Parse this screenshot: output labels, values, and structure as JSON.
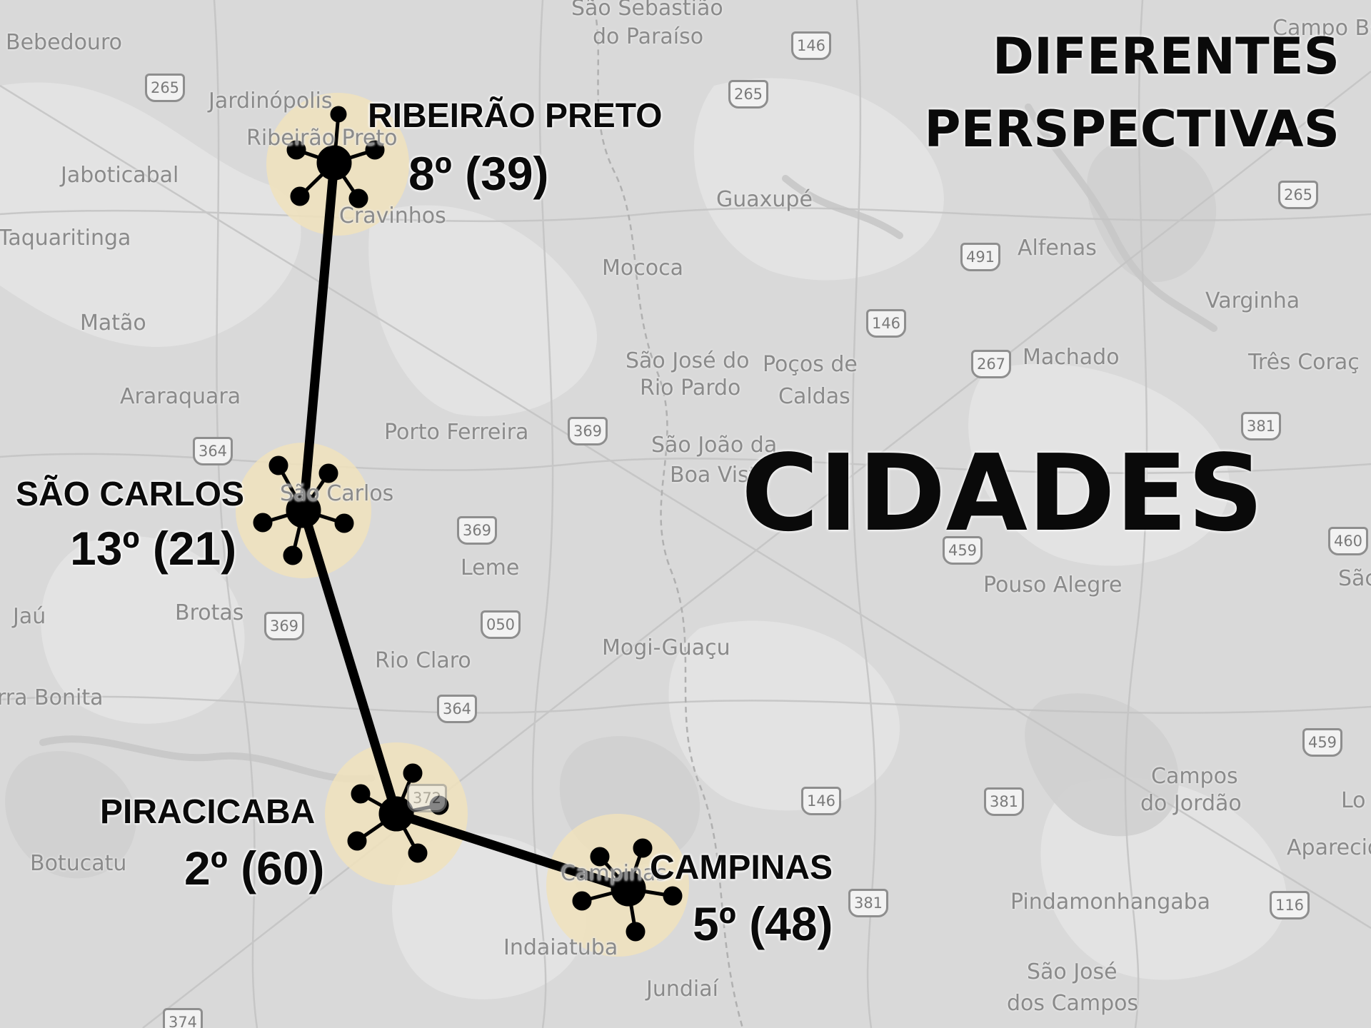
{
  "map": {
    "title_line1": "DIFERENTES",
    "title_line2": "PERSPECTIVAS",
    "main_label": "CIDADES",
    "colors": {
      "route": "#000000",
      "halo": "#f0e2bc",
      "label_gray": "#8a8a8a"
    },
    "cities": [
      {
        "name": "RIBEIRÃO PRETO",
        "rank": "8º (39)"
      },
      {
        "name": "SÃO CARLOS",
        "rank": "13º (21)"
      },
      {
        "name": "PIRACICABA",
        "rank": "2º (60)"
      },
      {
        "name": "CAMPINAS",
        "rank": "5º (48)"
      }
    ],
    "place_labels": [
      "Bebedouro",
      "São Sebastião",
      "do Paraíso",
      "Jardinópolis",
      "Ribeirão Preto",
      "Cravinhos",
      "Jaboticabal",
      "Taquaritinga",
      "Guaxupé",
      "Alfenas",
      "Mococa",
      "Matão",
      "Varginha",
      "São José do",
      "Rio Pardo",
      "Poços de",
      "Caldas",
      "Machado",
      "Três Coraç",
      "Araraquara",
      "Porto Ferreira",
      "São João da",
      "Boa Vista",
      "São Carlos",
      "Leme",
      "Pouso Alegre",
      "Jaú",
      "Brotas",
      "Rio Claro",
      "Mogi-Guaçu",
      "rra Bonita",
      "Campos",
      "do Jordão",
      "Botucatu",
      "Campinas",
      "Pindamonhangaba",
      "Aparecid",
      "Indaiatuba",
      "Jundiaí",
      "São José",
      "dos Campos",
      "Campo Be",
      "Sãc",
      "Lo"
    ],
    "highway_shields": [
      "265",
      "146",
      "265",
      "265",
      "491",
      "146",
      "267",
      "364",
      "369",
      "381",
      "369",
      "459",
      "460",
      "050",
      "369",
      "364",
      "459",
      "372",
      "146",
      "381",
      "381",
      "116",
      "374"
    ]
  }
}
